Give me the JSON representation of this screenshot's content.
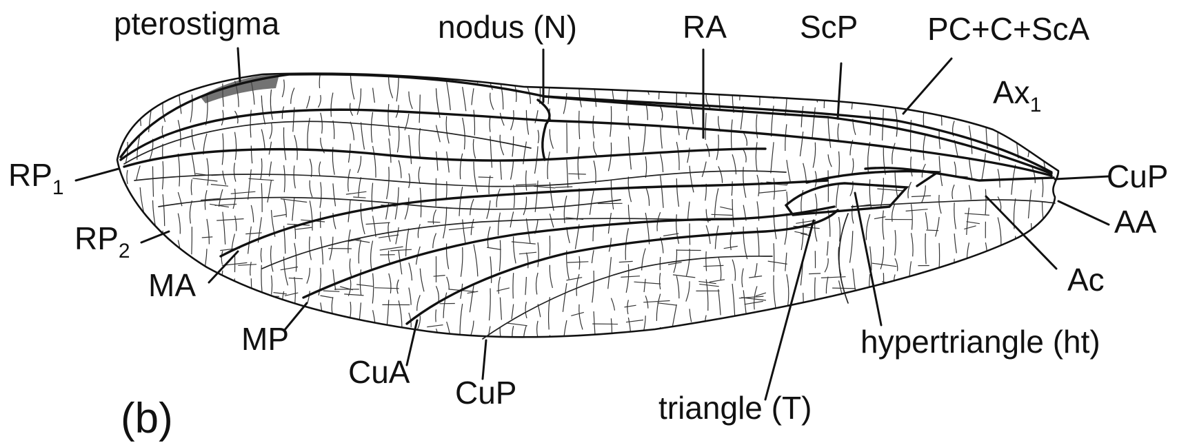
{
  "figure": {
    "panel_label": "(b)",
    "labels": {
      "pterostigma": "pterostigma",
      "nodus": "nodus (N)",
      "ra": "RA",
      "scp": "ScP",
      "pc_c_sca": "PC+C+ScA",
      "ax1_base": "Ax",
      "ax1_sub": "1",
      "rp1_base": "RP",
      "rp1_sub": "1",
      "rp2_base": "RP",
      "rp2_sub": "2",
      "ma": "MA",
      "mp": "MP",
      "cua": "CuA",
      "cup_bottom": "CuP",
      "cup_right": "CuP",
      "aa": "AA",
      "ac": "Ac",
      "triangle": "triangle (T)",
      "hypertriangle": "hypertriangle (ht)"
    }
  }
}
